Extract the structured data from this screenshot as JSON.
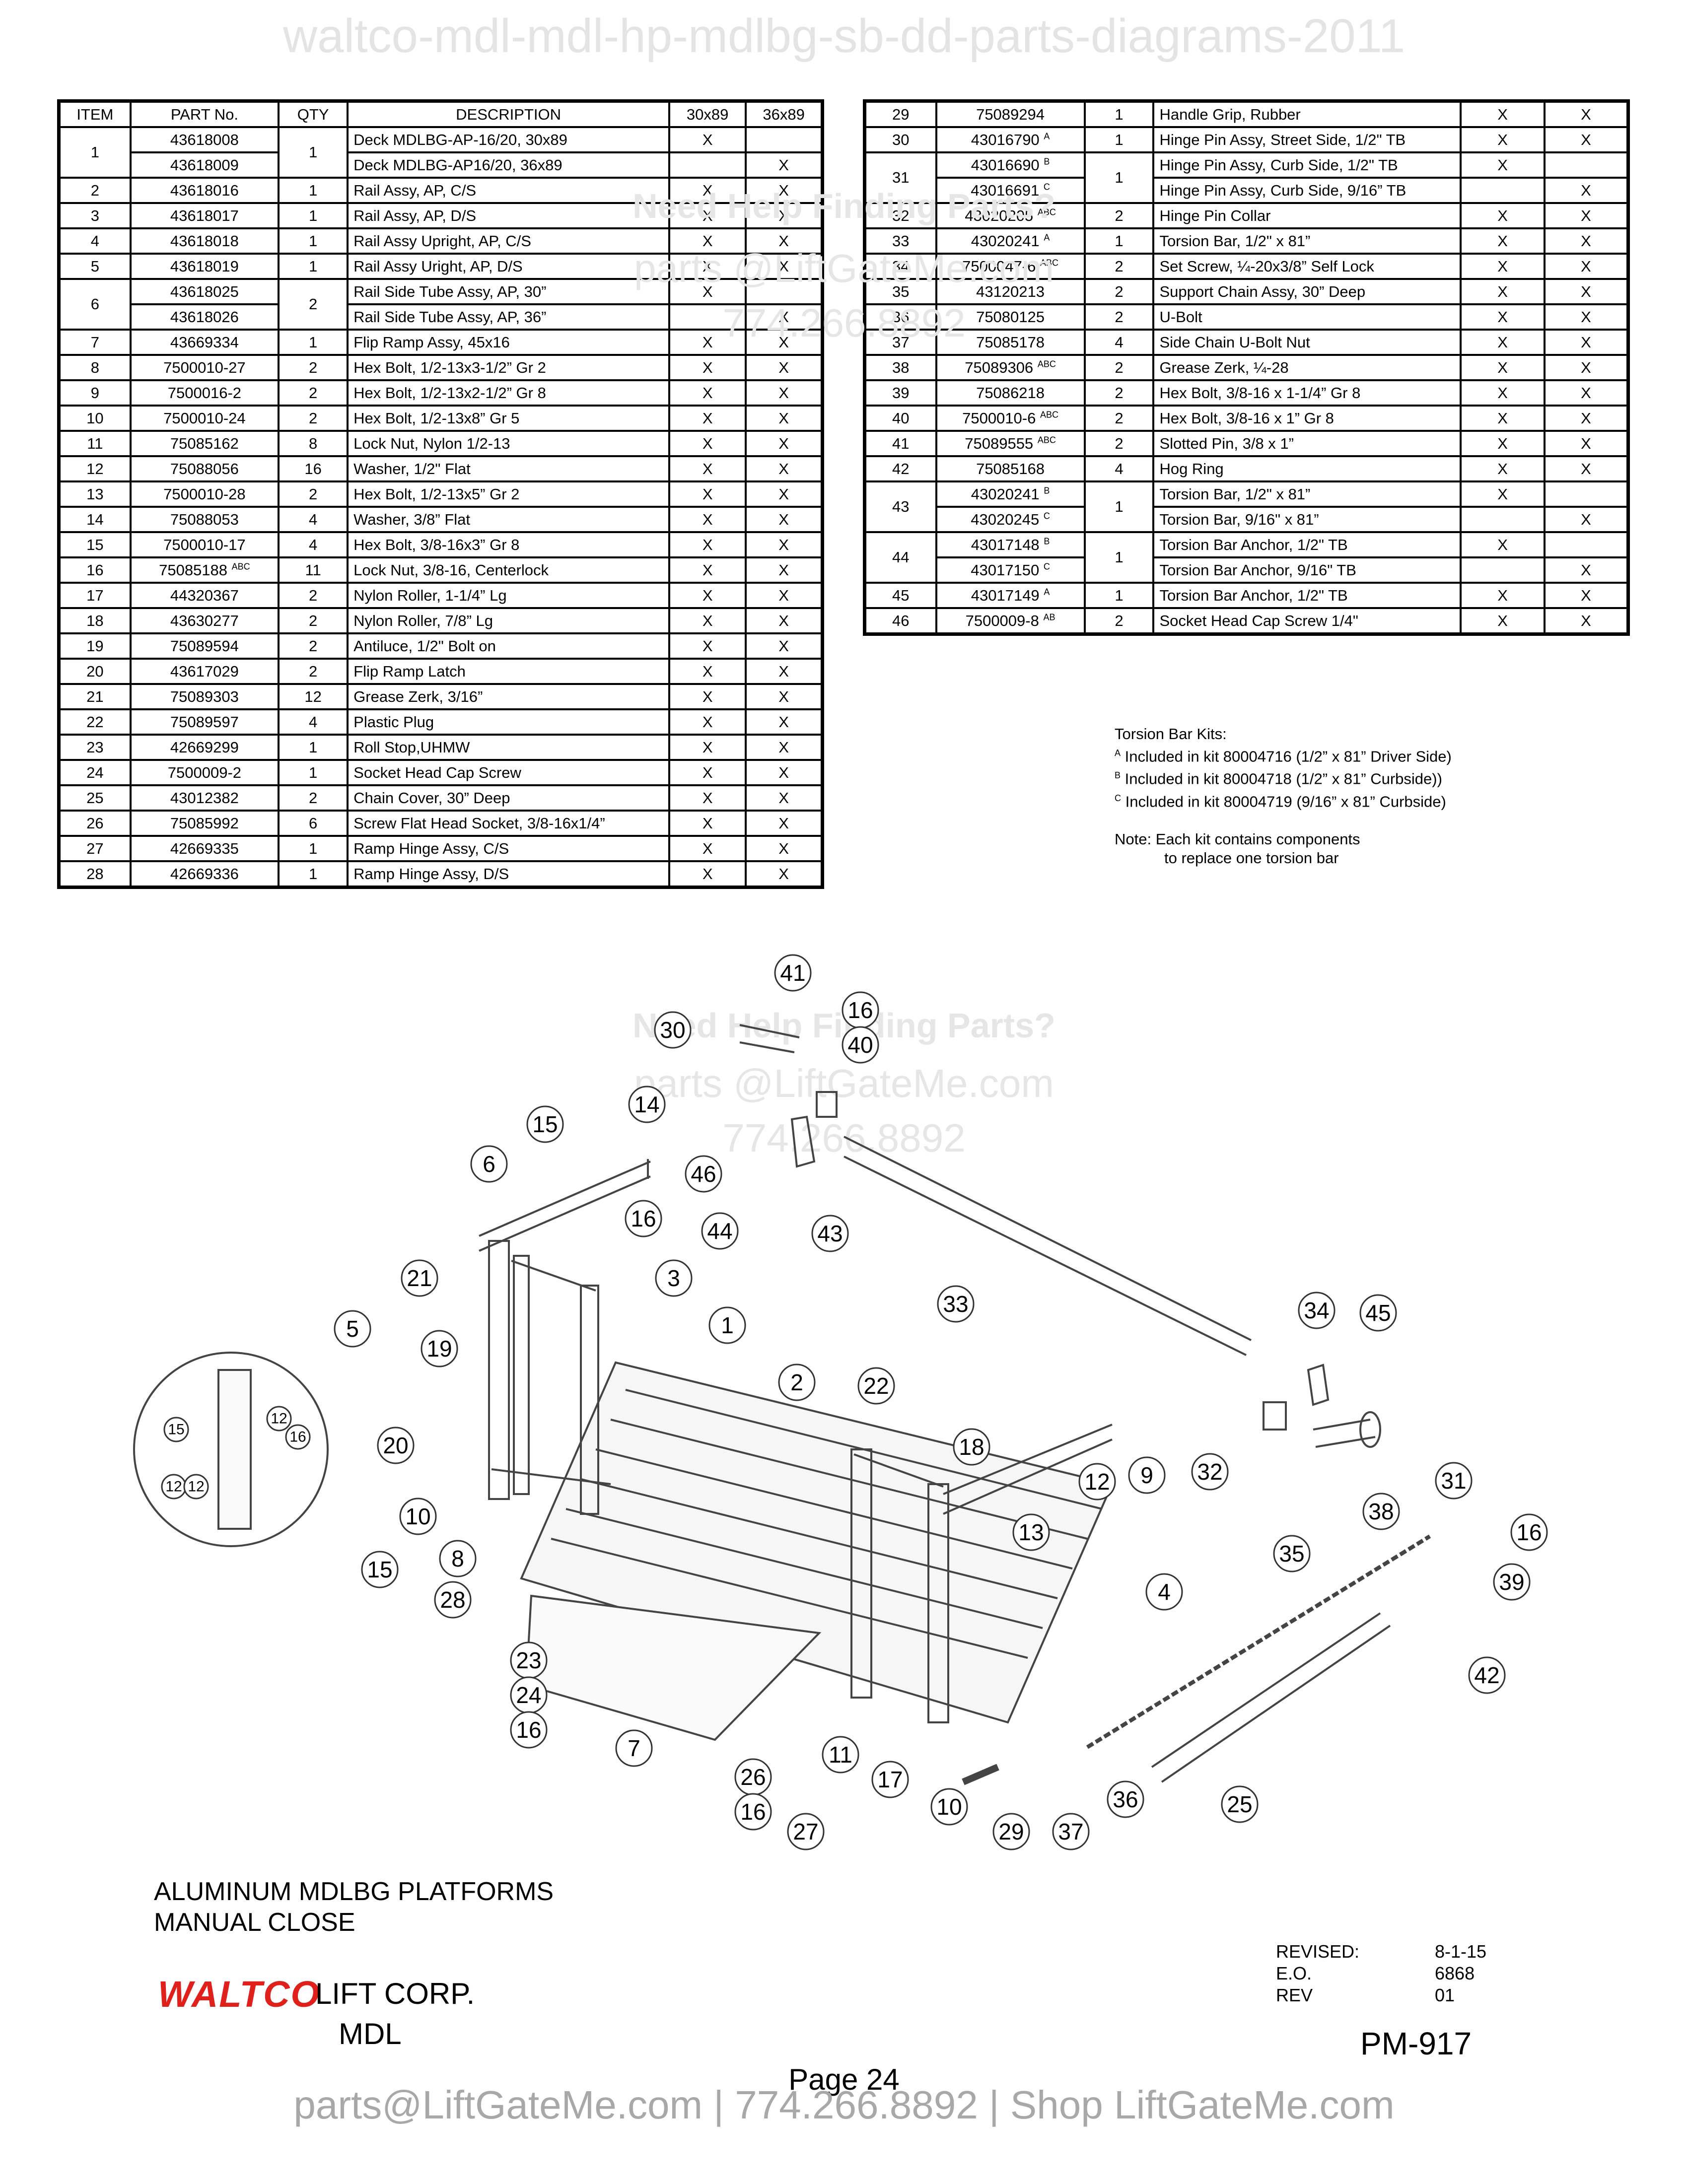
{
  "header_watermark": "waltco-mdl-mdl-hp-mdlbg-sb-dd-parts-diagrams-2011",
  "left_table": {
    "headers": [
      "ITEM",
      "PART No.",
      "QTY",
      "DESCRIPTION",
      "30x89",
      "36x89"
    ],
    "rows": [
      {
        "item": "1",
        "parts": [
          "43618008",
          "43618009"
        ],
        "qty": "1",
        "descs": [
          "Deck MDLBG-AP-16/20,   30x89",
          "Deck MDLBG-AP16/20,   36x89"
        ],
        "c30": [
          "X",
          ""
        ],
        "c36": [
          "",
          "X"
        ]
      },
      {
        "item": "2",
        "parts": [
          "43618016"
        ],
        "qty": "1",
        "descs": [
          "Rail Assy, AP, C/S"
        ],
        "c30": [
          "X"
        ],
        "c36": [
          "X"
        ]
      },
      {
        "item": "3",
        "parts": [
          "43618017"
        ],
        "qty": "1",
        "descs": [
          "Rail Assy, AP, D/S"
        ],
        "c30": [
          "X"
        ],
        "c36": [
          "X"
        ]
      },
      {
        "item": "4",
        "parts": [
          "43618018"
        ],
        "qty": "1",
        "descs": [
          "Rail Assy Upright, AP, C/S"
        ],
        "c30": [
          "X"
        ],
        "c36": [
          "X"
        ]
      },
      {
        "item": "5",
        "parts": [
          "43618019"
        ],
        "qty": "1",
        "descs": [
          "Rail Assy Uright, AP, D/S"
        ],
        "c30": [
          "X"
        ],
        "c36": [
          "X"
        ]
      },
      {
        "item": "6",
        "parts": [
          "43618025",
          "43618026"
        ],
        "qty": "2",
        "descs": [
          "Rail Side Tube Assy, AP, 30”",
          "Rail Side Tube Assy, AP, 36”"
        ],
        "c30": [
          "X",
          ""
        ],
        "c36": [
          "",
          "X"
        ]
      },
      {
        "item": "7",
        "parts": [
          "43669334"
        ],
        "qty": "1",
        "descs": [
          "Flip Ramp Assy, 45x16"
        ],
        "c30": [
          "X"
        ],
        "c36": [
          "X"
        ]
      },
      {
        "item": "8",
        "parts": [
          "7500010-27"
        ],
        "qty": "2",
        "descs": [
          "Hex Bolt, 1/2-13x3-1/2” Gr 2"
        ],
        "c30": [
          "X"
        ],
        "c36": [
          "X"
        ]
      },
      {
        "item": "9",
        "parts": [
          "7500016-2"
        ],
        "qty": "2",
        "descs": [
          "Hex Bolt, 1/2-13x2-1/2” Gr 8"
        ],
        "c30": [
          "X"
        ],
        "c36": [
          "X"
        ]
      },
      {
        "item": "10",
        "parts": [
          "7500010-24"
        ],
        "qty": "2",
        "descs": [
          "Hex Bolt, 1/2-13x8” Gr 5"
        ],
        "c30": [
          "X"
        ],
        "c36": [
          "X"
        ]
      },
      {
        "item": "11",
        "parts": [
          "75085162"
        ],
        "qty": "8",
        "descs": [
          "Lock Nut, Nylon 1/2-13"
        ],
        "c30": [
          "X"
        ],
        "c36": [
          "X"
        ]
      },
      {
        "item": "12",
        "parts": [
          "75088056"
        ],
        "qty": "16",
        "descs": [
          "Washer, 1/2\" Flat"
        ],
        "c30": [
          "X"
        ],
        "c36": [
          "X"
        ]
      },
      {
        "item": "13",
        "parts": [
          "7500010-28"
        ],
        "qty": "2",
        "descs": [
          "Hex Bolt, 1/2-13x5” Gr 2"
        ],
        "c30": [
          "X"
        ],
        "c36": [
          "X"
        ]
      },
      {
        "item": "14",
        "parts": [
          "75088053"
        ],
        "qty": "4",
        "descs": [
          "Washer, 3/8” Flat"
        ],
        "c30": [
          "X"
        ],
        "c36": [
          "X"
        ]
      },
      {
        "item": "15",
        "parts": [
          "7500010-17"
        ],
        "qty": "4",
        "descs": [
          "Hex Bolt, 3/8-16x3” Gr 8"
        ],
        "c30": [
          "X"
        ],
        "c36": [
          "X"
        ]
      },
      {
        "item": "16",
        "parts": [
          "75085188"
        ],
        "sup": "ABC",
        "qty": "11",
        "descs": [
          "Lock Nut, 3/8-16, Centerlock"
        ],
        "c30": [
          "X"
        ],
        "c36": [
          "X"
        ]
      },
      {
        "item": "17",
        "parts": [
          "44320367"
        ],
        "qty": "2",
        "descs": [
          "Nylon Roller, 1-1/4” Lg"
        ],
        "c30": [
          "X"
        ],
        "c36": [
          "X"
        ]
      },
      {
        "item": "18",
        "parts": [
          "43630277"
        ],
        "qty": "2",
        "descs": [
          "Nylon Roller, 7/8” Lg"
        ],
        "c30": [
          "X"
        ],
        "c36": [
          "X"
        ]
      },
      {
        "item": "19",
        "parts": [
          "75089594"
        ],
        "qty": "2",
        "descs": [
          "Antiluce, 1/2\" Bolt on"
        ],
        "c30": [
          "X"
        ],
        "c36": [
          "X"
        ]
      },
      {
        "item": "20",
        "parts": [
          "43617029"
        ],
        "qty": "2",
        "descs": [
          "Flip Ramp Latch"
        ],
        "c30": [
          "X"
        ],
        "c36": [
          "X"
        ]
      },
      {
        "item": "21",
        "parts": [
          "75089303"
        ],
        "qty": "12",
        "descs": [
          "Grease Zerk, 3/16”"
        ],
        "c30": [
          "X"
        ],
        "c36": [
          "X"
        ]
      },
      {
        "item": "22",
        "parts": [
          "75089597"
        ],
        "qty": "4",
        "descs": [
          "Plastic Plug"
        ],
        "c30": [
          "X"
        ],
        "c36": [
          "X"
        ]
      },
      {
        "item": "23",
        "parts": [
          "42669299"
        ],
        "qty": "1",
        "descs": [
          "Roll Stop,UHMW"
        ],
        "c30": [
          "X"
        ],
        "c36": [
          "X"
        ]
      },
      {
        "item": "24",
        "parts": [
          "7500009-2"
        ],
        "qty": "1",
        "descs": [
          "Socket Head Cap Screw"
        ],
        "c30": [
          "X"
        ],
        "c36": [
          "X"
        ]
      },
      {
        "item": "25",
        "parts": [
          "43012382"
        ],
        "qty": "2",
        "descs": [
          "Chain Cover, 30” Deep"
        ],
        "c30": [
          "X"
        ],
        "c36": [
          "X"
        ]
      },
      {
        "item": "26",
        "parts": [
          "75085992"
        ],
        "qty": "6",
        "descs": [
          "Screw Flat Head Socket, 3/8-16x1/4”"
        ],
        "c30": [
          "X"
        ],
        "c36": [
          "X"
        ]
      },
      {
        "item": "27",
        "parts": [
          "42669335"
        ],
        "qty": "1",
        "descs": [
          "Ramp Hinge Assy, C/S"
        ],
        "c30": [
          "X"
        ],
        "c36": [
          "X"
        ]
      },
      {
        "item": "28",
        "parts": [
          "42669336"
        ],
        "qty": "1",
        "descs": [
          "Ramp Hinge Assy, D/S"
        ],
        "c30": [
          "X"
        ],
        "c36": [
          "X"
        ]
      }
    ]
  },
  "right_table": {
    "rows": [
      {
        "item": "29",
        "parts": [
          "75089294"
        ],
        "qty": "1",
        "descs": [
          "Handle Grip, Rubber"
        ],
        "c30": [
          "X"
        ],
        "c36": [
          "X"
        ]
      },
      {
        "item": "30",
        "parts": [
          "43016790"
        ],
        "sup": "A",
        "qty": "1",
        "descs": [
          "Hinge Pin Assy, Street Side, 1/2\" TB"
        ],
        "c30": [
          "X"
        ],
        "c36": [
          "X"
        ]
      },
      {
        "item": "31",
        "parts": [
          "43016690",
          "43016691"
        ],
        "sups": [
          "B",
          "C"
        ],
        "qty": "1",
        "descs": [
          "Hinge Pin Assy, Curb Side, 1/2\" TB",
          "Hinge Pin Assy, Curb Side, 9/16” TB"
        ],
        "c30": [
          "X",
          ""
        ],
        "c36": [
          "",
          "X"
        ]
      },
      {
        "item": "32",
        "parts": [
          "43020205"
        ],
        "sup": "ABC",
        "qty": "2",
        "descs": [
          "Hinge Pin Collar"
        ],
        "c30": [
          "X"
        ],
        "c36": [
          "X"
        ]
      },
      {
        "item": "33",
        "parts": [
          "43020241"
        ],
        "sup": "A",
        "qty": "1",
        "descs": [
          "Torsion Bar, 1/2\" x 81”"
        ],
        "c30": [
          "X"
        ],
        "c36": [
          "X"
        ]
      },
      {
        "item": "34",
        "parts": [
          "7500047-6"
        ],
        "sup": "ABC",
        "qty": "2",
        "descs": [
          "Set Screw, ¼-20x3/8” Self Lock"
        ],
        "c30": [
          "X"
        ],
        "c36": [
          "X"
        ]
      },
      {
        "item": "35",
        "parts": [
          "43120213"
        ],
        "qty": "2",
        "descs": [
          "Support Chain Assy, 30” Deep"
        ],
        "c30": [
          "X"
        ],
        "c36": [
          "X"
        ]
      },
      {
        "item": "36",
        "parts": [
          "75080125"
        ],
        "qty": "2",
        "descs": [
          "U-Bolt"
        ],
        "c30": [
          "X"
        ],
        "c36": [
          "X"
        ]
      },
      {
        "item": "37",
        "parts": [
          "75085178"
        ],
        "qty": "4",
        "descs": [
          "Side Chain U-Bolt Nut"
        ],
        "c30": [
          "X"
        ],
        "c36": [
          "X"
        ]
      },
      {
        "item": "38",
        "parts": [
          "75089306"
        ],
        "sup": "ABC",
        "qty": "2",
        "descs": [
          "Grease Zerk, ¼-28"
        ],
        "c30": [
          "X"
        ],
        "c36": [
          "X"
        ]
      },
      {
        "item": "39",
        "parts": [
          "75086218"
        ],
        "qty": "2",
        "descs": [
          "Hex Bolt, 3/8-16 x 1-1/4” Gr 8"
        ],
        "c30": [
          "X"
        ],
        "c36": [
          "X"
        ]
      },
      {
        "item": "40",
        "parts": [
          "7500010-6"
        ],
        "sup": "ABC",
        "qty": "2",
        "descs": [
          "Hex Bolt, 3/8-16 x 1” Gr 8"
        ],
        "c30": [
          "X"
        ],
        "c36": [
          "X"
        ]
      },
      {
        "item": "41",
        "parts": [
          "75089555"
        ],
        "sup": "ABC",
        "qty": "2",
        "descs": [
          "Slotted Pin, 3/8 x 1”"
        ],
        "c30": [
          "X"
        ],
        "c36": [
          "X"
        ]
      },
      {
        "item": "42",
        "parts": [
          "75085168"
        ],
        "qty": "4",
        "descs": [
          "Hog Ring"
        ],
        "c30": [
          "X"
        ],
        "c36": [
          "X"
        ]
      },
      {
        "item": "43",
        "parts": [
          "43020241",
          "43020245"
        ],
        "sups": [
          "B",
          "C"
        ],
        "qty": "1",
        "descs": [
          "Torsion Bar, 1/2\" x 81”",
          "Torsion Bar, 9/16\" x 81”"
        ],
        "c30": [
          "X",
          ""
        ],
        "c36": [
          "",
          "X"
        ]
      },
      {
        "item": "44",
        "parts": [
          "43017148",
          "43017150"
        ],
        "sups": [
          "B",
          "C"
        ],
        "qty": "1",
        "descs": [
          "Torsion Bar Anchor, 1/2\" TB",
          "Torsion Bar Anchor, 9/16\" TB"
        ],
        "c30": [
          "X",
          ""
        ],
        "c36": [
          "",
          "X"
        ]
      },
      {
        "item": "45",
        "parts": [
          "43017149"
        ],
        "sup": "A",
        "qty": "1",
        "descs": [
          "Torsion Bar Anchor, 1/2\" TB"
        ],
        "c30": [
          "X"
        ],
        "c36": [
          "X"
        ]
      },
      {
        "item": "46",
        "parts": [
          "7500009-8"
        ],
        "sup": "AB",
        "qty": "2",
        "descs": [
          "Socket Head Cap Screw 1/4\""
        ],
        "c30": [
          "X"
        ],
        "c36": [
          "X"
        ]
      }
    ]
  },
  "watermark_center": {
    "line1": "Need Help Finding Parts?",
    "line2": "parts @LiftGateMe.com",
    "line3": "774.266.8892"
  },
  "kits": {
    "title": "Torsion Bar Kits:",
    "lines": [
      {
        "sup": "A",
        "text": " Included in kit 80004716  (1/2” x 81” Driver Side)"
      },
      {
        "sup": "B",
        "text": " Included in kit 80004718  (1/2” x 81” Curbside))"
      },
      {
        "sup": "C",
        "text": " Included in kit 80004719  (9/16” x 81” Curbside)"
      }
    ],
    "note1": "Note: Each kit contains components",
    "note2": "to replace one torsion bar"
  },
  "callouts": [
    "41",
    "16",
    "40",
    "30",
    "15",
    "14",
    "6",
    "46",
    "16",
    "44",
    "43",
    "21",
    "3",
    "5",
    "19",
    "1",
    "33",
    "34",
    "45",
    "2",
    "22",
    "18",
    "20",
    "12",
    "9",
    "32",
    "31",
    "10",
    "13",
    "38",
    "15",
    "8",
    "35",
    "16",
    "28",
    "4",
    "39",
    "23",
    "42",
    "24",
    "16",
    "7",
    "11",
    "26",
    "17",
    "16",
    "10",
    "27",
    "29",
    "37",
    "36",
    "25",
    "15",
    "12",
    "16",
    "12",
    "12"
  ],
  "title_block": {
    "line1": "ALUMINUM MDLBG PLATFORMS",
    "line2": "MANUAL CLOSE"
  },
  "logo": "WALTCO",
  "company": "LIFT CORP.",
  "model": "MDL",
  "revision": {
    "revised_label": "REVISED:",
    "revised_value": "8-1-15",
    "eo_label": "E.O.",
    "eo_value": "6868",
    "rev_label": "REV",
    "rev_value": "01"
  },
  "doc_number": "PM-917",
  "page": "Page 24",
  "footer": "parts@LiftGateMe.com | 774.266.8892 | Shop LiftGateMe.com"
}
